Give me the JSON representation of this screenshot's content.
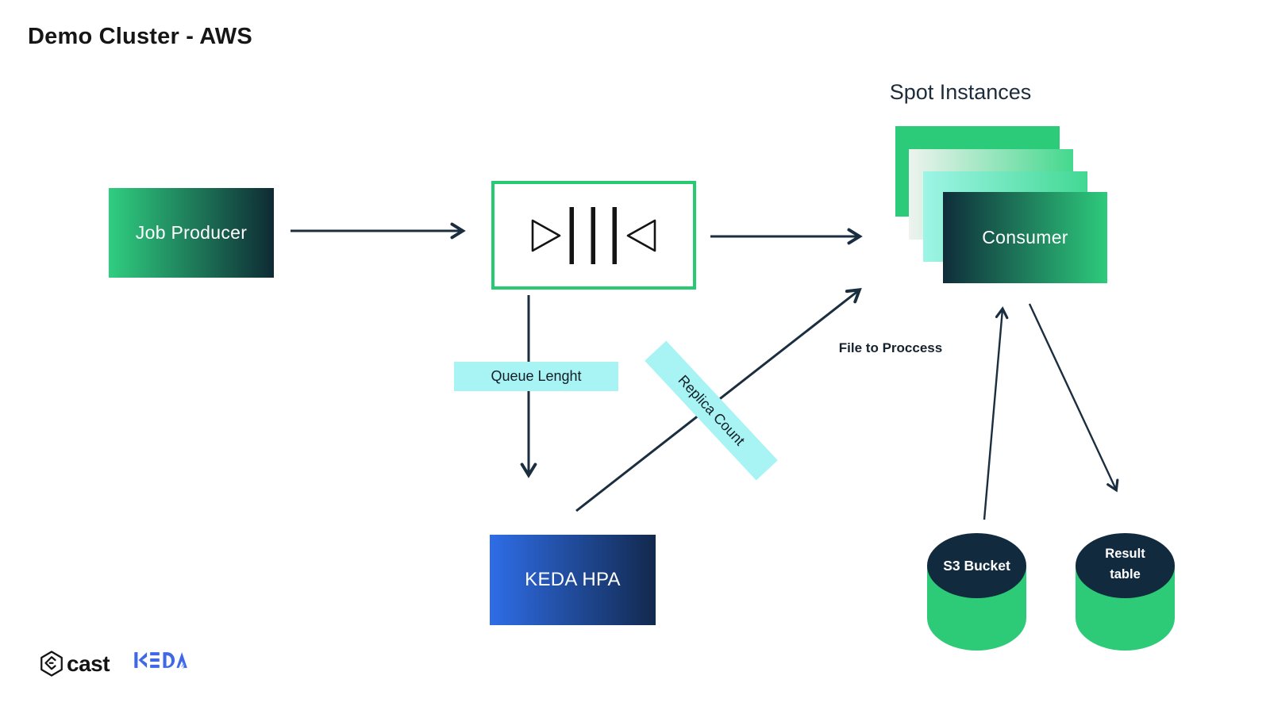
{
  "title": "Demo Cluster - AWS",
  "nodes": {
    "job_producer": {
      "label": "Job Producer"
    },
    "queue": {
      "icon": "queue-buffer-icon"
    },
    "spot_instances": {
      "title": "Spot Instances"
    },
    "consumer": {
      "label": "Consumer"
    },
    "keda_hpa": {
      "label": "KEDA HPA"
    },
    "s3_bucket": {
      "label": "S3 Bucket"
    },
    "result_table": {
      "line1": "Result",
      "line2": "table"
    }
  },
  "edge_labels": {
    "queue_length": "Queue Lenght",
    "replica_count": "Replica Count",
    "file_to_process": "File to Proccess"
  },
  "footer": {
    "cast_label": "cast",
    "keda_label": "KEDA"
  },
  "colors": {
    "green": "#2bcb7a",
    "queue_border_green": "#27ca70",
    "dark_navy": "#0f2d3a",
    "arrow": "#1b2e40",
    "cyan_label": "#a8f3f3",
    "blue_grad_start": "#2f6de7",
    "blue_grad_end": "#12294e",
    "cylinder_top": "#122a3e",
    "keda_blue": "#3f68e7"
  }
}
